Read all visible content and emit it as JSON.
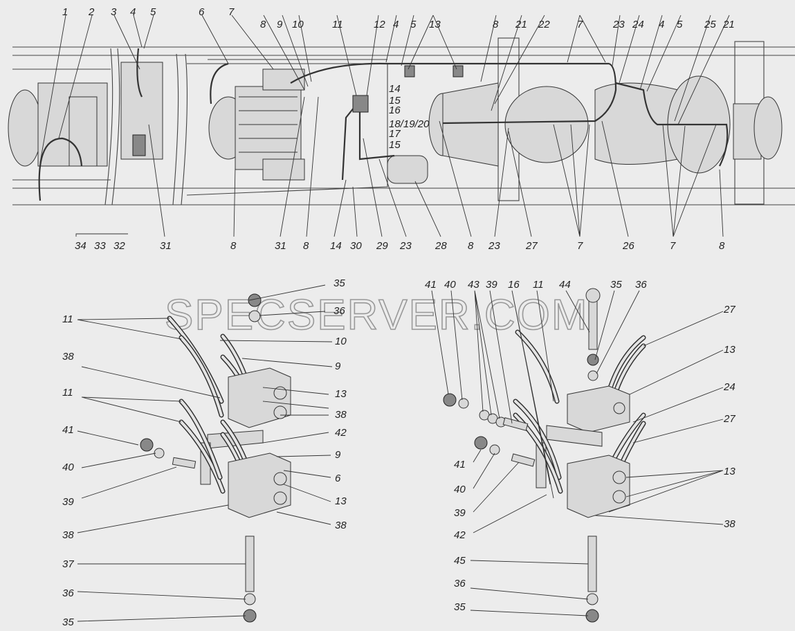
{
  "watermark": "SPECSERVER.COM",
  "top_labels": {
    "above": [
      "1",
      "2",
      "3",
      "4",
      "5",
      "6",
      "7",
      "8",
      "9",
      "10",
      "11",
      "12",
      "4",
      "5",
      "13",
      "8",
      "21",
      "22",
      "7",
      "23",
      "24",
      "4",
      "5",
      "25",
      "21",
      "14",
      "15",
      "16",
      "18/19/20",
      "17",
      "15"
    ],
    "below": [
      "34",
      "33",
      "32",
      "31",
      "8",
      "31",
      "8",
      "14",
      "30",
      "29",
      "23",
      "28",
      "8",
      "23",
      "27",
      "7",
      "26",
      "7",
      "8"
    ]
  },
  "left_assembly_labels": [
    "35",
    "36",
    "11",
    "10",
    "9",
    "38",
    "13",
    "38",
    "11",
    "42",
    "41",
    "9",
    "40",
    "6",
    "39",
    "13",
    "38",
    "38",
    "37",
    "36",
    "35"
  ],
  "right_assembly_labels": [
    "41",
    "40",
    "43",
    "39",
    "16",
    "11",
    "44",
    "35",
    "36",
    "27",
    "13",
    "24",
    "27",
    "41",
    "13",
    "40",
    "39",
    "42",
    "38",
    "45",
    "36",
    "35"
  ]
}
